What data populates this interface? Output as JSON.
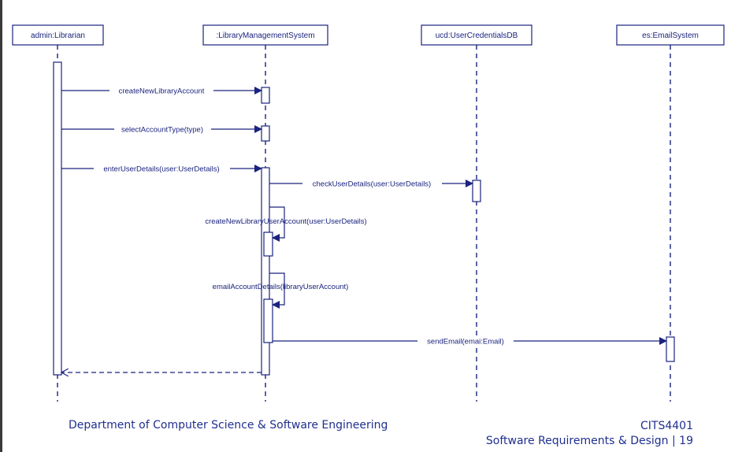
{
  "lifelines": [
    {
      "id": "librarian",
      "label": "admin:Librarian"
    },
    {
      "id": "lms",
      "label": ":LibraryManagementSystem"
    },
    {
      "id": "db",
      "label": "ucd:UserCredentialsDB"
    },
    {
      "id": "email",
      "label": "es:EmailSystem"
    }
  ],
  "messages": [
    {
      "id": "m1",
      "label": "createNewLibraryAccount",
      "from": "librarian",
      "to": "lms"
    },
    {
      "id": "m2",
      "label": "selectAccountType(type)",
      "from": "librarian",
      "to": "lms"
    },
    {
      "id": "m3",
      "label": "enterUserDetails(user:UserDetails)",
      "from": "librarian",
      "to": "lms"
    },
    {
      "id": "m4",
      "label": "checkUserDetails(user:UserDetails)",
      "from": "lms",
      "to": "db"
    },
    {
      "id": "m5",
      "label": "createNewLibraryUserAccount(user:UserDetails)",
      "from": "lms",
      "to": "lms"
    },
    {
      "id": "m6",
      "label": "emailAccountDetails(libraryUserAccount)",
      "from": "lms",
      "to": "lms"
    },
    {
      "id": "m7",
      "label": "sendEmail(emai:Email)",
      "from": "lms",
      "to": "email"
    },
    {
      "id": "m8",
      "label": "",
      "from": "lms",
      "to": "librarian",
      "type": "return"
    }
  ],
  "footer": {
    "department": "Department of Computer Science & Software Engineering",
    "course": "CITS4401",
    "subtitle": "Software Requirements & Design |  19"
  },
  "colors": {
    "line": "#1a237e",
    "text": "#1a237e",
    "footer": "#1f2f8f"
  }
}
